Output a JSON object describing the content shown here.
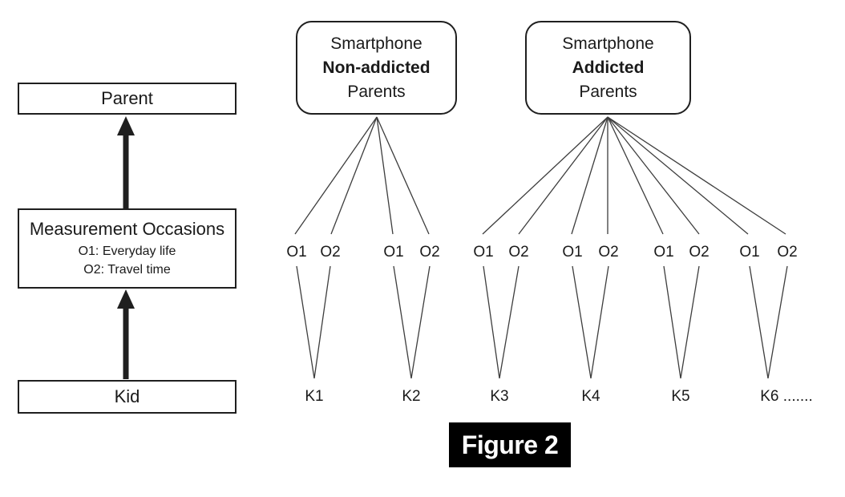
{
  "caption": "Figure 2",
  "colors": {
    "line": "#3d3d3d",
    "border": "#1f1f1f",
    "text": "#1a1a1a",
    "caption_bg": "#000000",
    "caption_text": "#ffffff"
  },
  "left_panel": {
    "parent_label": "Parent",
    "measurement_title": "Measurement Occasions",
    "measurement_o1": "O1: Everyday life",
    "measurement_o2": "O2: Travel time",
    "kid_label": "Kid"
  },
  "groups": [
    {
      "line1": "Smartphone",
      "line2": "Non-addicted",
      "line3": "Parents"
    },
    {
      "line1": "Smartphone",
      "line2": "Addicted",
      "line3": "Parents"
    }
  ],
  "occasion_labels": [
    "O1",
    "O2",
    "O1",
    "O2",
    "O1",
    "O2",
    "O1",
    "O2",
    "O1",
    "O2",
    "O1",
    "O2"
  ],
  "kid_labels": [
    "K1",
    "K2",
    "K3",
    "K4",
    "K5",
    "K6 ......."
  ]
}
